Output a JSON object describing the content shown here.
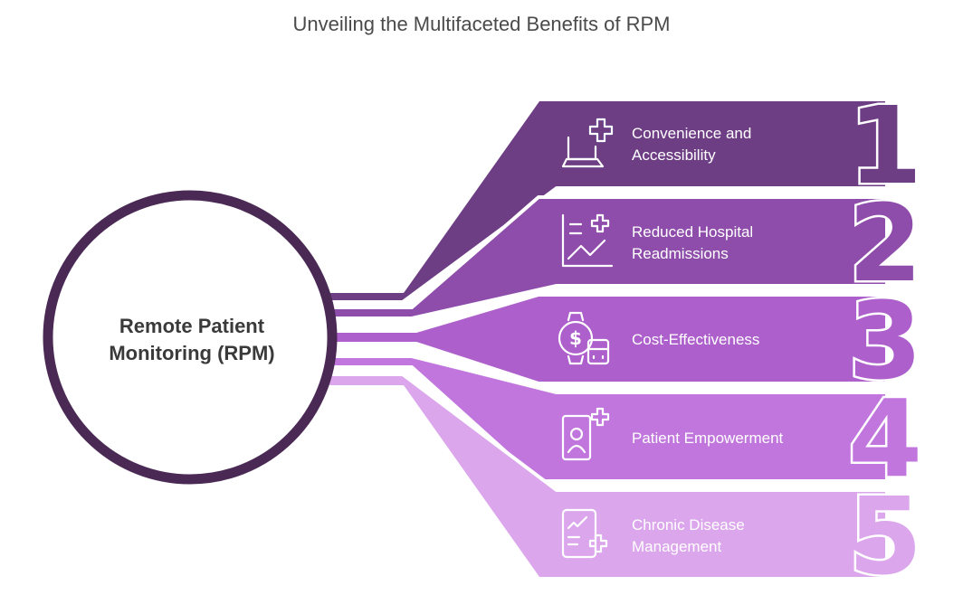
{
  "title": "Unveiling the Multifaceted Benefits of RPM",
  "center": {
    "line1": "Remote Patient",
    "line2": "Monitoring (RPM)"
  },
  "items": [
    {
      "number": "1",
      "line1": "Convenience and",
      "line2": "Accessibility",
      "icon": "laptop-medical-icon",
      "color": "#6e3e85"
    },
    {
      "number": "2",
      "line1": "Reduced Hospital",
      "line2": "Readmissions",
      "icon": "chart-medical-icon",
      "color": "#8f4dab"
    },
    {
      "number": "3",
      "line1": "Cost-Effectiveness",
      "line2": "",
      "icon": "money-clock-icon",
      "color": "#ad5fcb"
    },
    {
      "number": "4",
      "line1": "Patient Empowerment",
      "line2": "",
      "icon": "patient-card-icon",
      "color": "#c176dd"
    },
    {
      "number": "5",
      "line1": "Chronic Disease",
      "line2": "Management",
      "icon": "clipboard-medical-icon",
      "color": "#dba6ec"
    }
  ],
  "colors": {
    "circle_border": "#4a2a55",
    "title_text": "#4a4a4a",
    "center_text": "#3a3a3a"
  }
}
